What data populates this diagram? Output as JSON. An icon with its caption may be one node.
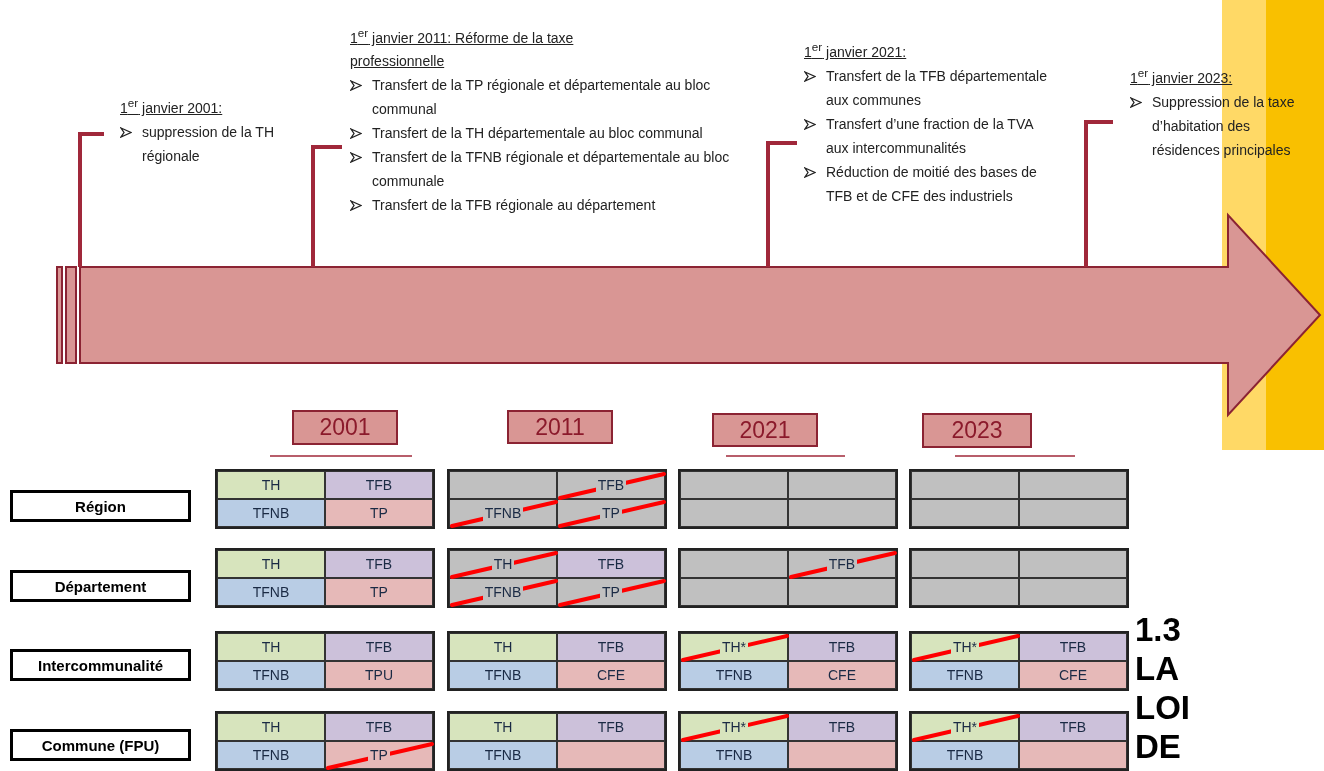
{
  "diagram": {
    "nodes": [
      {
        "text": [
          "2001"
        ]
      },
      {
        "text": [
          "2011"
        ]
      },
      {
        "text": [
          "2021"
        ]
      },
      {
        "text": [
          "2023"
        ]
      },
      {
        "text": [
          "Région"
        ]
      },
      {
        "text": [],
        "shape": "box"
      },
      {
        "text": [
          "TH"
        ],
        "in": 5
      },
      {
        "text": [
          "TFB"
        ],
        "in": 5
      },
      {
        "text": [
          "TFNB"
        ],
        "in": 5
      },
      {
        "text": [
          "TP"
        ],
        "in": 5
      },
      {
        "text": [],
        "shape": "box"
      },
      {
        "text": [],
        "shape": "box",
        "in": 10
      },
      {
        "text": [
          "TFB"
        ],
        "in": 10
      },
      {
        "text": [
          "TFNB"
        ],
        "in": 10
      },
      {
        "text": [
          "TP"
        ],
        "in": 10
      },
      {
        "text": [],
        "shape": "box"
      },
      {
        "text": [],
        "shape": "box",
        "in": 15
      },
      {
        "text": [],
        "shape": "box",
        "in": 15
      },
      {
        "text": [],
        "shape": "box",
        "in": 15
      },
      {
        "text": [],
        "shape": "box",
        "in": 15
      },
      {
        "text": [],
        "shape": "box"
      },
      {
        "text": [],
        "shape": "box",
        "in": 20
      },
      {
        "text": [],
        "shape": "box",
        "in": 20
      },
      {
        "text": [],
        "shape": "box",
        "in": 20
      },
      {
        "text": [],
        "shape": "box",
        "in": 20
      },
      {
        "text": [
          "Département"
        ]
      },
      {
        "text": [],
        "shape": "box"
      },
      {
        "text": [
          "TH"
        ],
        "in": 26
      },
      {
        "text": [
          "TFB"
        ],
        "in": 26
      },
      {
        "text": [
          "TFNB"
        ],
        "in": 26
      },
      {
        "text": [
          "TP"
        ],
        "in": 26
      },
      {
        "text": [],
        "shape": "box"
      },
      {
        "text": [
          "TH"
        ],
        "in": 31
      },
      {
        "text": [
          "TFB"
        ],
        "in": 31
      },
      {
        "text": [
          "TFNB"
        ],
        "in": 31
      },
      {
        "text": [
          "TP"
        ],
        "in": 31
      },
      {
        "text": [],
        "shape": "box"
      },
      {
        "text": [],
        "shape": "box",
        "in": 36
      },
      {
        "text": [
          "TFB"
        ],
        "in": 36
      },
      {
        "text": [],
        "shape": "box",
        "in": 36
      },
      {
        "text": [],
        "shape": "box",
        "in": 36
      },
      {
        "text": [],
        "shape": "box"
      },
      {
        "text": [],
        "shape": "box",
        "in": 41
      },
      {
        "text": [],
        "shape": "box",
        "in": 41
      },
      {
        "text": [],
        "shape": "box",
        "in": 41
      },
      {
        "text": [],
        "shape": "box",
        "in": 41
      },
      {
        "text": [
          "Intercommunalité"
        ]
      },
      {
        "text": [],
        "shape": "box"
      },
      {
        "text": [
          "TH"
        ],
        "in": 47
      },
      {
        "text": [
          "TFB"
        ],
        "in": 47
      },
      {
        "text": [
          "TFNB"
        ],
        "in": 47
      },
      {
        "text": [
          "TPU"
        ],
        "in": 47
      },
      {
        "text": [],
        "shape": "box"
      },
      {
        "text": [
          "TH"
        ],
        "in": 52
      },
      {
        "text": [
          "TFB"
        ],
        "in": 52
      },
      {
        "text": [
          "TFNB"
        ],
        "in": 52
      },
      {
        "text": [
          "CFE"
        ],
        "in": 52
      },
      {
        "text": [],
        "shape": "box"
      },
      {
        "text": [
          "TH*"
        ],
        "in": 57
      },
      {
        "text": [
          "TFB"
        ],
        "in": 57
      },
      {
        "text": [
          "TFNB"
        ],
        "in": 57
      },
      {
        "text": [
          "CFE"
        ],
        "in": 57
      },
      {
        "text": [],
        "shape": "box"
      },
      {
        "text": [
          "TH*"
        ],
        "in": 62
      },
      {
        "text": [
          "TFB"
        ],
        "in": 62
      },
      {
        "text": [
          "TFNB"
        ],
        "in": 62
      },
      {
        "text": [
          "CFE"
        ],
        "in": 62
      },
      {
        "text": [
          "Commune (FPU)"
        ]
      },
      {
        "text": [],
        "shape": "box"
      },
      {
        "text": [
          "TH"
        ],
        "in": 68
      },
      {
        "text": [
          "TFB"
        ],
        "in": 68
      },
      {
        "text": [
          "TFNB"
        ],
        "in": 68
      },
      {
        "text": [
          "TP"
        ],
        "in": 68
      },
      {
        "text": [],
        "shape": "box"
      },
      {
        "text": [
          "TH"
        ],
        "in": 73
      },
      {
        "text": [
          "TFB"
        ],
        "in": 73
      },
      {
        "text": [
          "TFNB"
        ],
        "in": 73
      },
      {
        "text": [],
        "shape": "box",
        "in": 73
      },
      {
        "text": [],
        "shape": "box"
      },
      {
        "text": [
          "TH*"
        ],
        "in": 78
      },
      {
        "text": [
          "TFB"
        ],
        "in": 78
      },
      {
        "text": [
          "TFNB"
        ],
        "in": 78
      },
      {
        "text": [],
        "shape": "box",
        "in": 78
      },
      {
        "text": [],
        "shape": "box"
      },
      {
        "text": [
          "TH*"
        ],
        "in": 83
      },
      {
        "text": [
          "TFB"
        ],
        "in": 83
      },
      {
        "text": [
          "TFNB"
        ],
        "in": 83
      },
      {
        "text": [],
        "shape": "box",
        "in": 83
      }
    ],
    "labels": [
      "1$^{er}$ janvier 2001:",
      "suppression de la TH régionale",
      "1$^{er}$ janvier 2011: Réforme de la taxe professionnelle",
      "Transfert de la TP régionale et départementale au bloc communal",
      "Transfert de la TH départementale au bloc communal",
      "Transfert de la TFNB régionale et départementale au bloc communale",
      "Transfert de la TFB régionale au département",
      "1$^{er}$ janvier 2021:",
      "Transfert de la TFB départementale aux communes",
      "Transfert d’une fraction de la TVA aux intercommunalités",
      "Réduction de moitié des bases de TFB et de CFE des industriels",
      "1$^{er}$ janvier 2023:",
      "Suppression de la taxe d’habitation des résidences principales",
      "1.3 LA LOI DE"
    ]
  }
}
